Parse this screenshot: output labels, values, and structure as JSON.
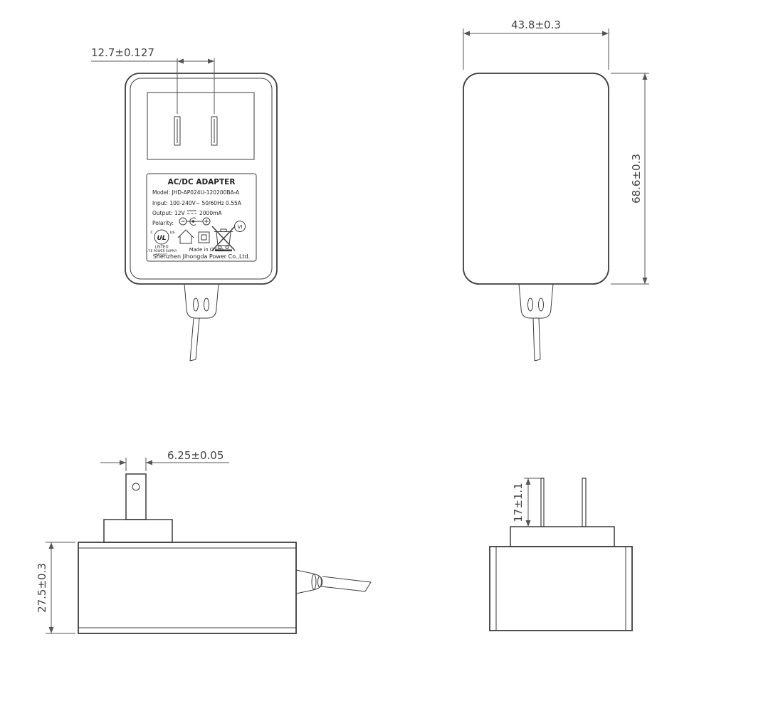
{
  "front_view": {
    "dim_prong_spacing": "12.7±0.127",
    "label": {
      "title": "AC/DC  ADAPTER",
      "model": "Model: JHD-AP024U-120200BA-A",
      "input": "Input: 100-240V~  50/60Hz  0.55A",
      "output_prefix": "Output: 12V",
      "output_suffix": "2000mA",
      "polarity": "Polarity:",
      "ul_c": "c",
      "ul_logo": "UL",
      "ul_us": "us",
      "listed": "LISTED",
      "ite": "I.T.E POWER SUPPLY",
      "file_no": "E361827",
      "efficiency": "VI",
      "made_in": "Made in China",
      "company": "Shenzhen Jihongda Power Co.,Ltd."
    }
  },
  "back_view": {
    "dim_width": "43.8±0.3",
    "dim_height": "68.6±0.3"
  },
  "side_view": {
    "dim_prong_width": "6.25±0.05",
    "dim_thickness": "27.5±0.3"
  },
  "top_view": {
    "dim_prong_length": "17±1.1"
  },
  "colors": {
    "line": "#3c3c3c",
    "dim": "#555555"
  }
}
